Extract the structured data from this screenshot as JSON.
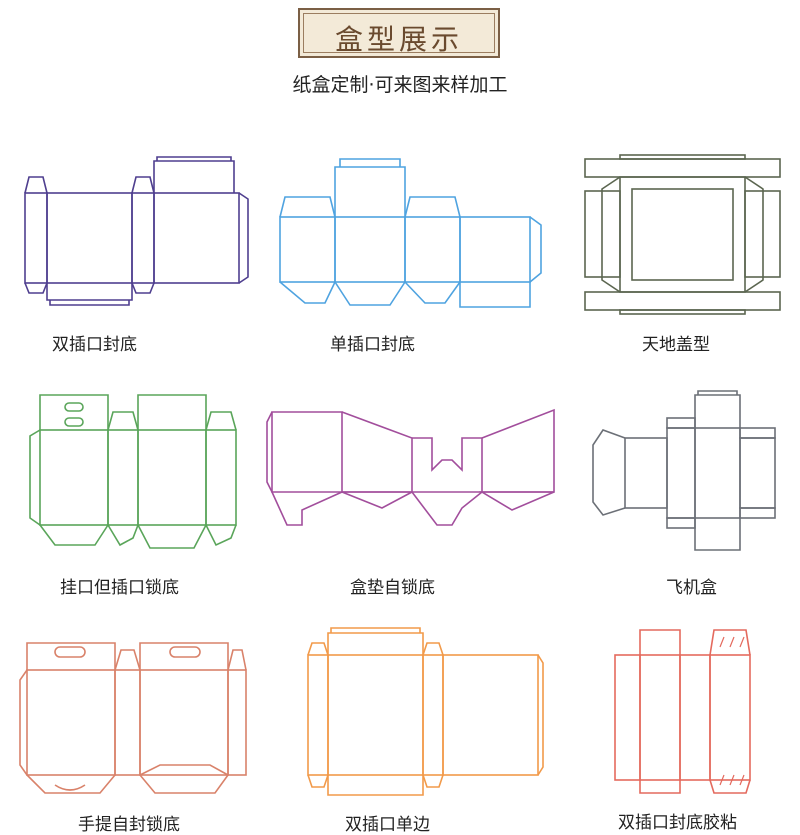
{
  "header": {
    "title": "盒型展示",
    "subtitle": "纸盒定制·可来图来样加工"
  },
  "boxes": [
    {
      "label": "双插口封底",
      "color": "#4f3f8f"
    },
    {
      "label": "单插口封底",
      "color": "#4fa3e0"
    },
    {
      "label": "天地盖型",
      "color": "#5b6650"
    },
    {
      "label": "挂口但插口锁底",
      "color": "#5aa55a"
    },
    {
      "label": "盒垫自锁底",
      "color": "#a24e9c"
    },
    {
      "label": "飞机盒",
      "color": "#6c7077"
    },
    {
      "label": "手提自封锁底",
      "color": "#d9826a"
    },
    {
      "label": "双插口单边",
      "color": "#f29a4a"
    },
    {
      "label": "双插口封底胶粘",
      "color": "#e46a5e"
    }
  ]
}
